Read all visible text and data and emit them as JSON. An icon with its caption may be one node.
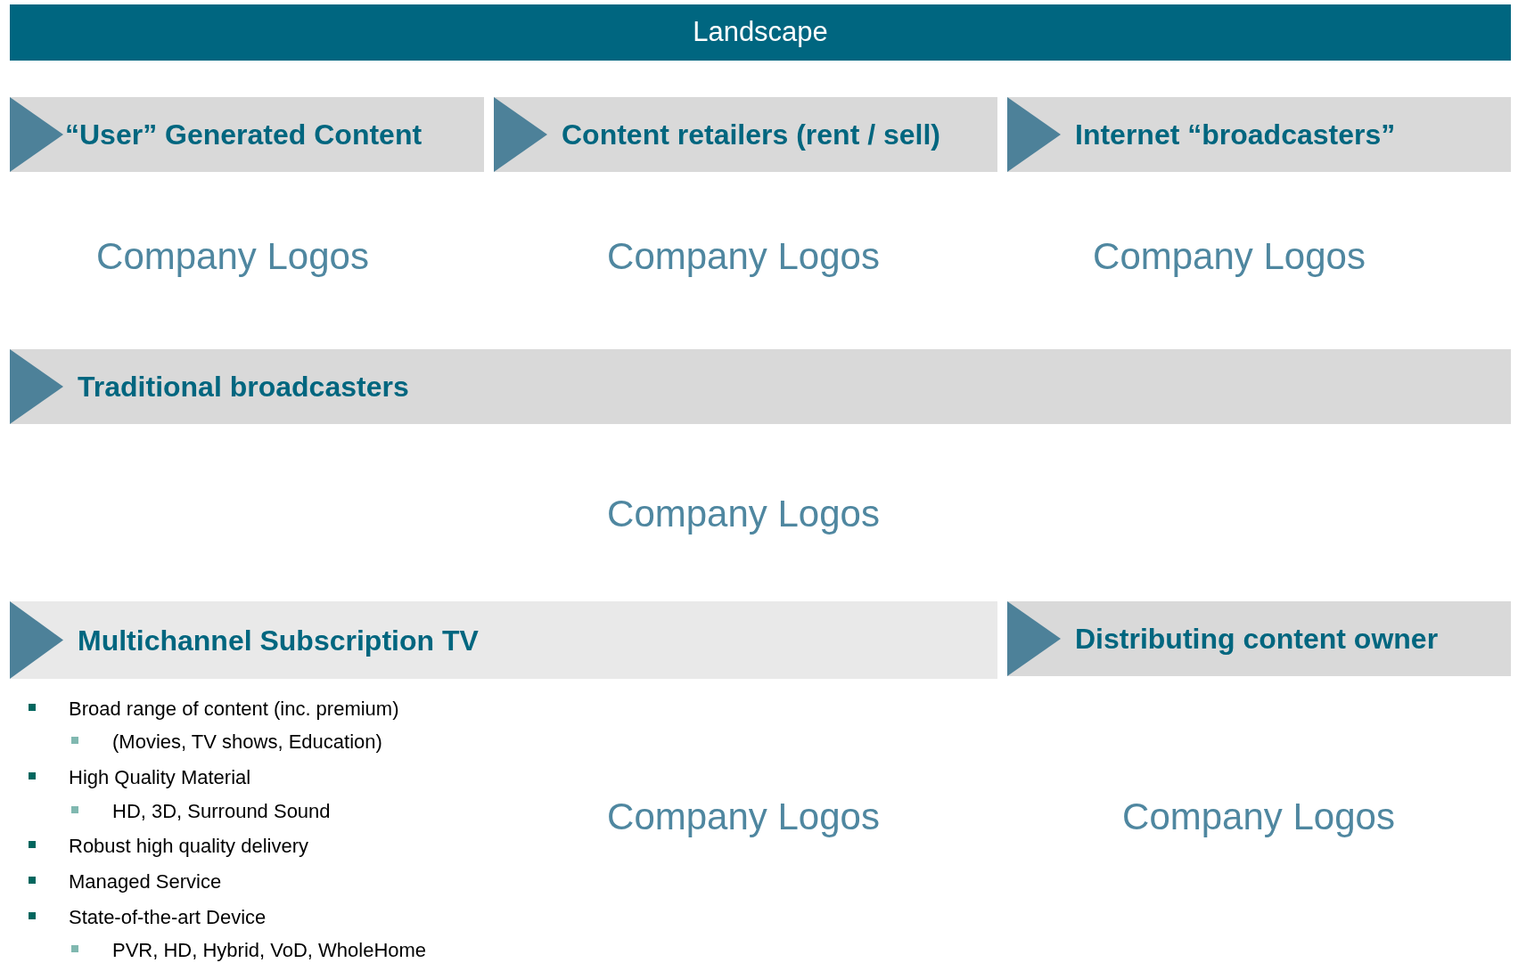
{
  "diagram": {
    "title": "Landscape",
    "nodes": [
      {
        "text": [
          "“User” Generated Content"
        ]
      },
      {
        "text": [
          "Content retailers (rent / sell)"
        ]
      },
      {
        "text": [
          "Internet “broadcasters”"
        ]
      },
      {
        "text": [
          "Traditional broadcasters"
        ]
      },
      {
        "text": [
          "Multichannel Subscription TV"
        ]
      },
      {
        "text": [
          "Distributing content owner"
        ]
      }
    ],
    "labels": [
      "Company Logos",
      "Company Logos",
      "Company Logos",
      "Company Logos",
      "Broad range of content (inc. premium)",
      "(Movies, TV shows, Education)",
      "High Quality Material",
      "HD, 3D, Surround Sound",
      "Robust high quality delivery",
      "Managed Service",
      "State-of-the-art Device",
      "PVR, HD, Hybrid, VoD, WholeHome",
      "Company Logos",
      "Company Logos"
    ]
  }
}
